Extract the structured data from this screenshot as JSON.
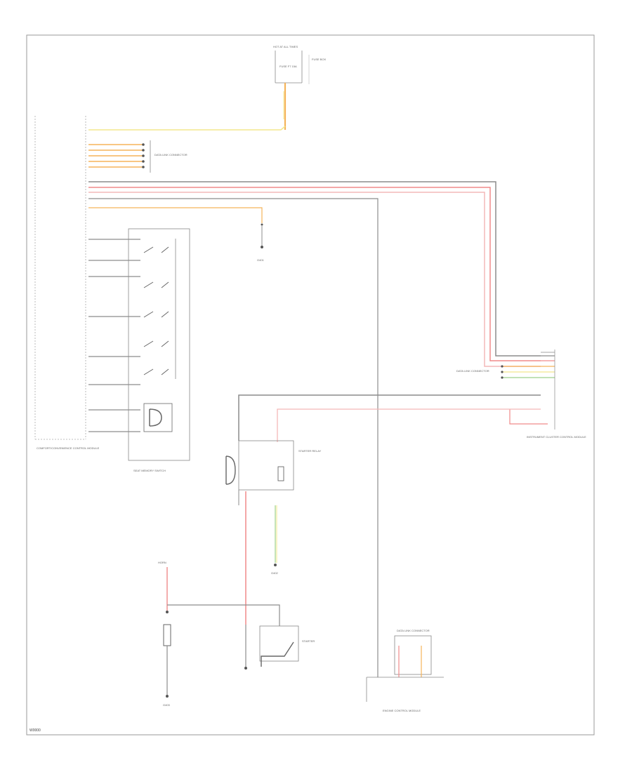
{
  "colors": {
    "frame": "#9a9a9a",
    "wire_gray": "#8c8c8c",
    "wire_red": "#f08a8a",
    "wire_pink": "#f4b8b8",
    "wire_orange": "#f5b35a",
    "wire_yellow": "#f3e88e",
    "wire_green": "#9ed08a",
    "component": "#666666"
  },
  "footer": {
    "code": "W0000"
  },
  "labels": {
    "fuse_top": "HOT AT ALL TIMES",
    "fuse_block": "FUSE BOX",
    "fuse_id": "FUSE F7 15A",
    "jb_top": "DATA LINK CONNECTOR",
    "control_module": "COMFORT/CONVENIENCE CONTROL MODULE",
    "switch_block": "SEAT MEMORY SWITCH",
    "relay": "STARTER RELAY",
    "ground_center": "G401",
    "ground_mid": "G402",
    "ground_left": "G403",
    "horn_top": "HORN",
    "starter": "STARTER",
    "right_module": "INSTRUMENT CLUSTER CONTROL MODULE",
    "right_conn": "DATA LINK CONNECTOR",
    "bottom_module": "ENGINE CONTROL MODULE",
    "bottom_conn": "DATA LINK CONNECTOR"
  }
}
